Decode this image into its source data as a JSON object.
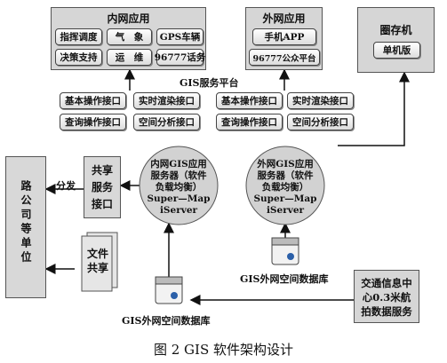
{
  "inner_app": {
    "title": "内网应用",
    "items": [
      "指挥调度",
      "气　象",
      "GPS车辆",
      "决策支持",
      "运　维",
      "96777话务"
    ]
  },
  "outer_app": {
    "title": "外网应用",
    "items": [
      "手机APP",
      "96777公众平台"
    ]
  },
  "kiosk": {
    "title": "圈存机",
    "item": "单机版"
  },
  "gis_platform": "GIS服务平台",
  "inner_interfaces": [
    "基本操作接口",
    "实时渲染接口",
    "查询操作接口",
    "空间分析接口"
  ],
  "outer_interfaces": [
    "基本操作接口",
    "实时渲染接口",
    "查询操作接口",
    "空间分析接口"
  ],
  "inner_server": [
    "内网GIS应用",
    "服务器（软件",
    "负载均衡）",
    "Super—Map",
    "iServer"
  ],
  "outer_server": [
    "外网GIS应用",
    "服务器（软件",
    "负载均衡）",
    "Super—Map",
    "iServer"
  ],
  "share": {
    "label": "共享服务接口",
    "distribute": "分发"
  },
  "road_units": "路公司等单位",
  "file_share": "文件共享",
  "inner_db": "GIS外网空间数据库",
  "outer_db": "GIS外网空间数据库",
  "traffic_center": [
    "交通信息中",
    "心0.3米航",
    "拍数据服务"
  ],
  "caption": "图 2 GIS 软件架构设计"
}
